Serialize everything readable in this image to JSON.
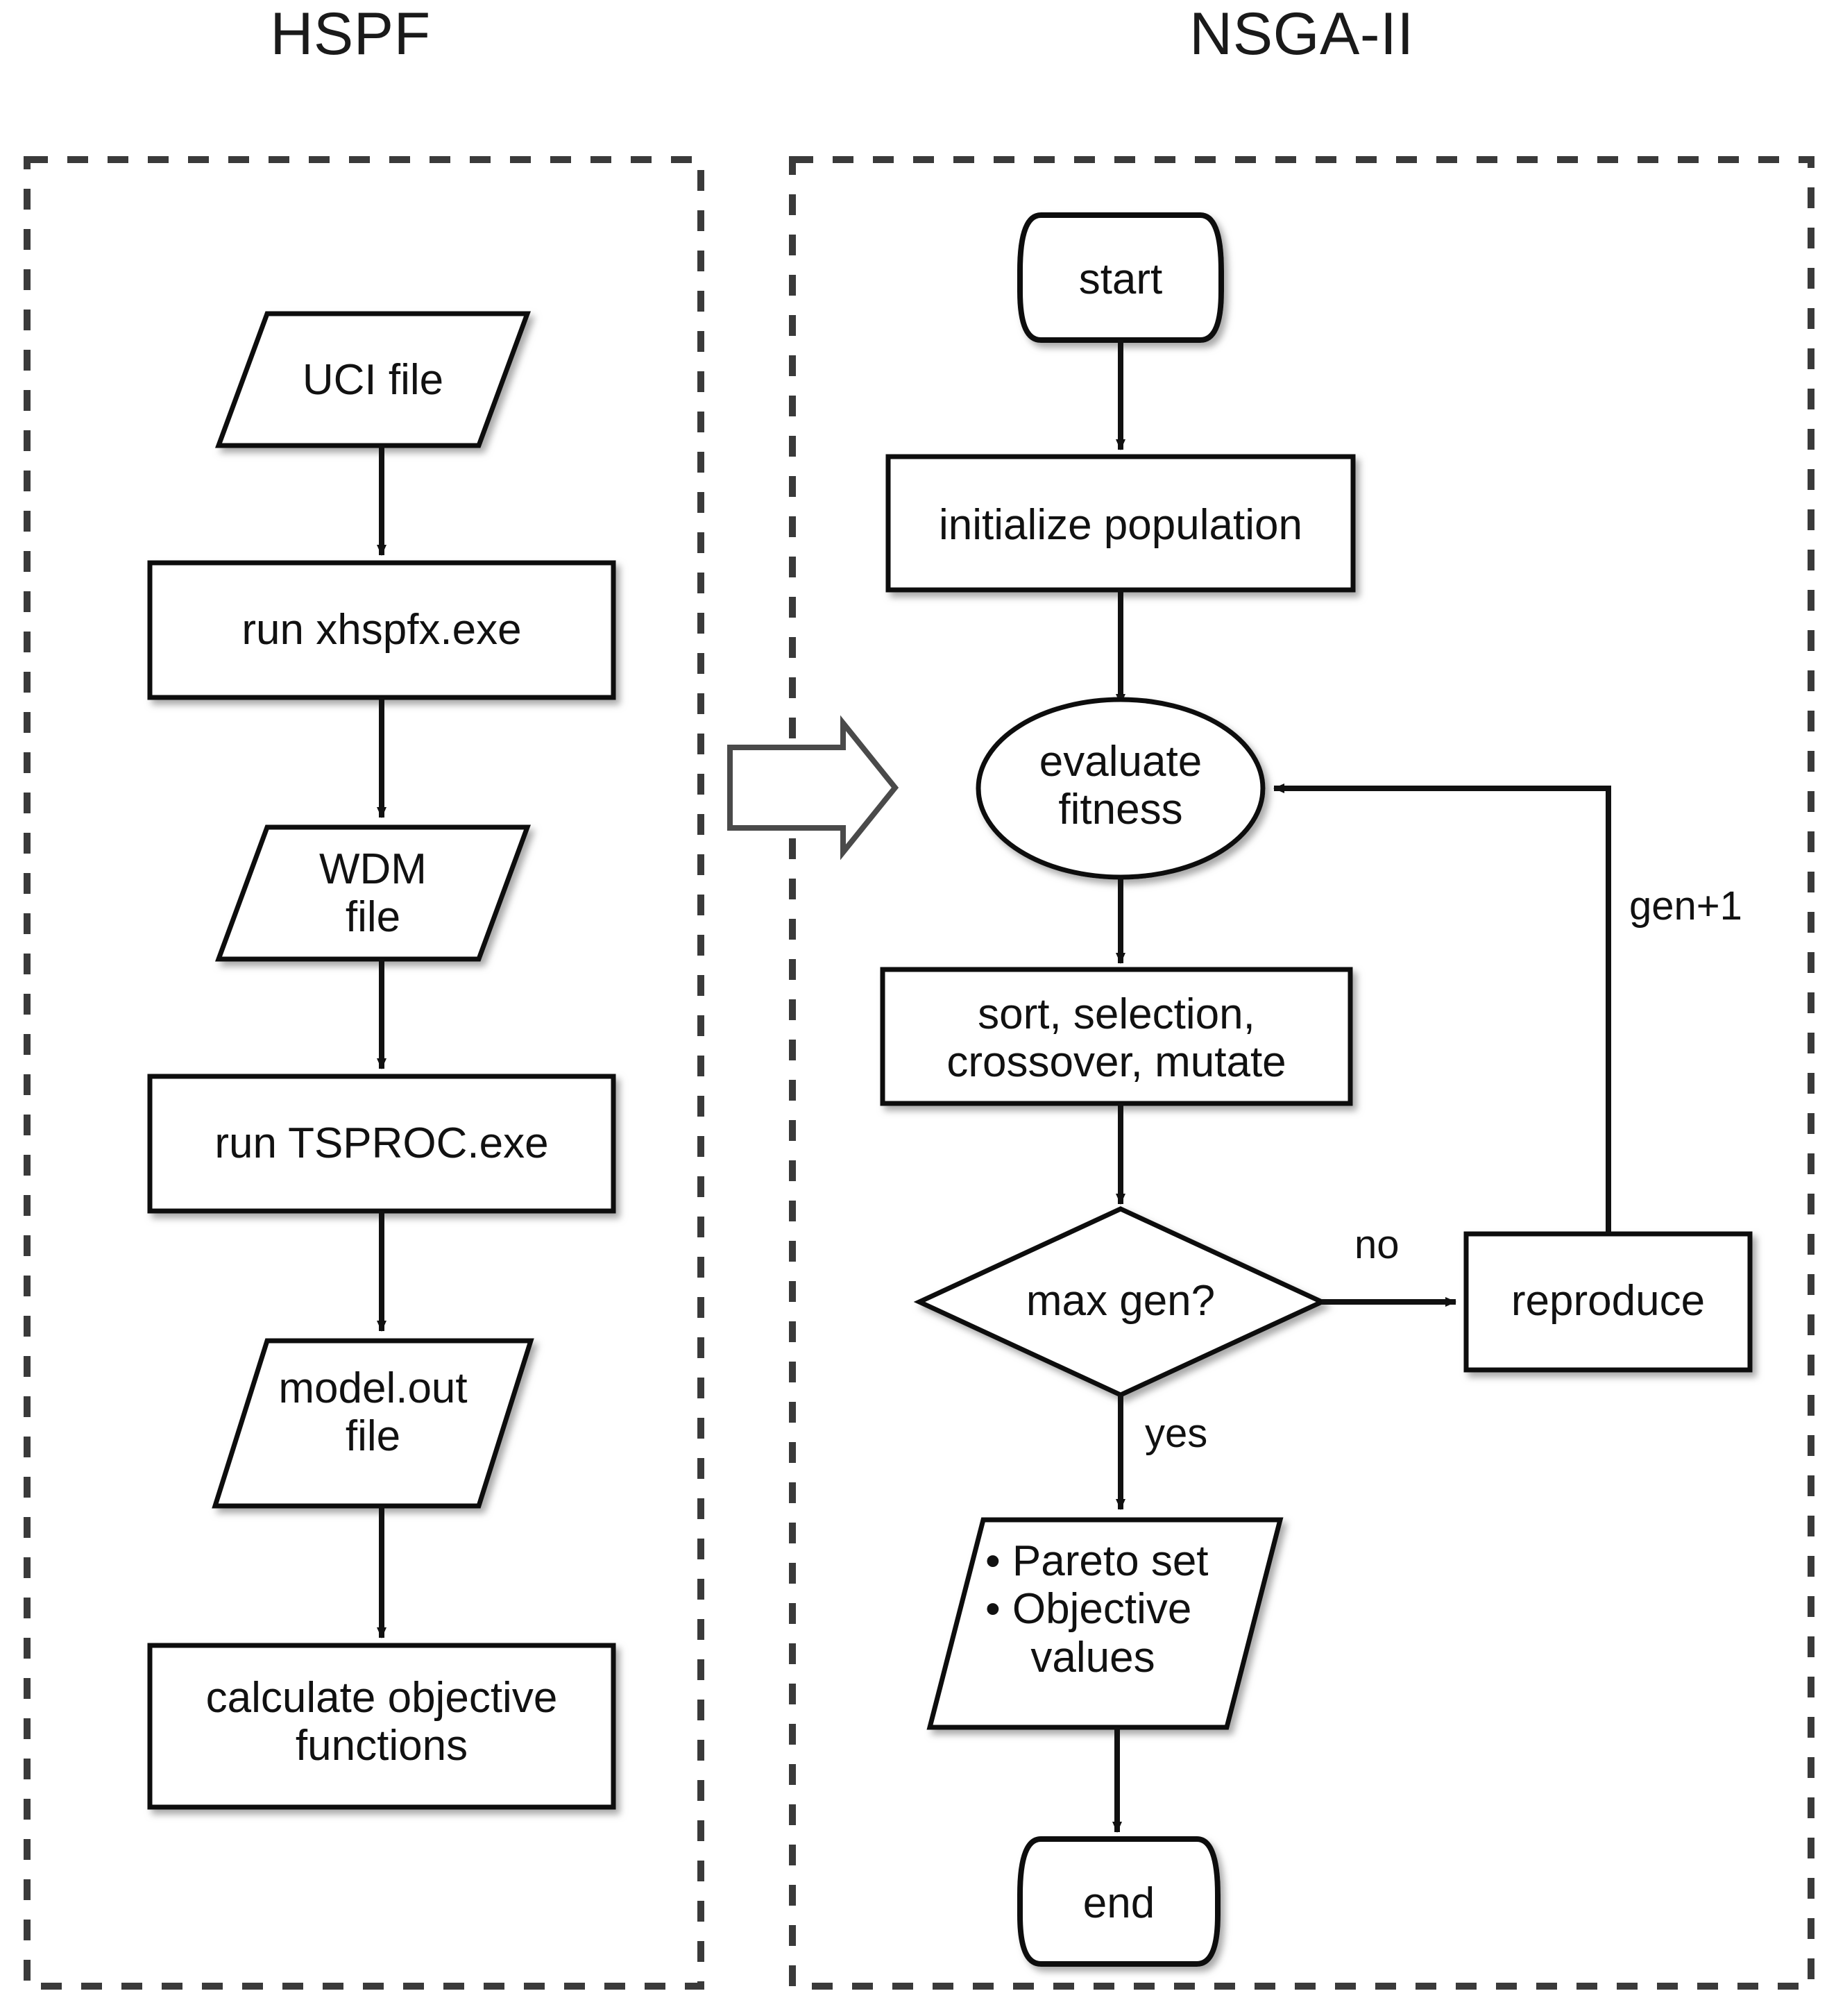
{
  "diagram": {
    "type": "flowchart",
    "panels": [
      {
        "id": "hspf",
        "title": "HSPF"
      },
      {
        "id": "nsga2",
        "title": "NSGA-II"
      }
    ],
    "hspf_nodes": [
      {
        "id": "uci-file",
        "shape": "parallelogram",
        "text": "UCI file"
      },
      {
        "id": "run-xhspfx",
        "shape": "rectangle",
        "text": "run xhspfx.exe"
      },
      {
        "id": "wdm-file",
        "shape": "parallelogram",
        "line1": "WDM",
        "line2": "file"
      },
      {
        "id": "run-tsproc",
        "shape": "rectangle",
        "text": "run TSPROC.exe"
      },
      {
        "id": "model-out-file",
        "shape": "parallelogram",
        "line1": "model.out",
        "line2": "file"
      },
      {
        "id": "calculate-objective-functions",
        "shape": "rectangle",
        "line1": "calculate objective",
        "line2": "functions"
      }
    ],
    "nsga2_nodes": [
      {
        "id": "start",
        "shape": "terminator",
        "text": "start"
      },
      {
        "id": "initialize-population",
        "shape": "rectangle",
        "text": "initialize population"
      },
      {
        "id": "evaluate-fitness",
        "shape": "ellipse",
        "line1": "evaluate",
        "line2": "fitness"
      },
      {
        "id": "sort-selection-crossover-mutate",
        "shape": "rectangle",
        "line1": "sort, selection,",
        "line2": "crossover, mutate"
      },
      {
        "id": "max-gen",
        "shape": "diamond",
        "text": "max gen?"
      },
      {
        "id": "reproduce",
        "shape": "rectangle",
        "text": "reproduce"
      },
      {
        "id": "pareto-output",
        "shape": "parallelogram",
        "line1": "• Pareto set",
        "line2": "• Objective",
        "line3": "values"
      },
      {
        "id": "end",
        "shape": "terminator",
        "text": "end"
      }
    ],
    "edge_labels": {
      "no": "no",
      "yes": "yes",
      "gen_plus_one": "gen+1"
    },
    "colors": {
      "stroke": "#111111",
      "panel_border": "#333333",
      "fill": "#ffffff",
      "shadow": "#b8b8b8",
      "connector_arrow": "#4a4a4a"
    }
  }
}
